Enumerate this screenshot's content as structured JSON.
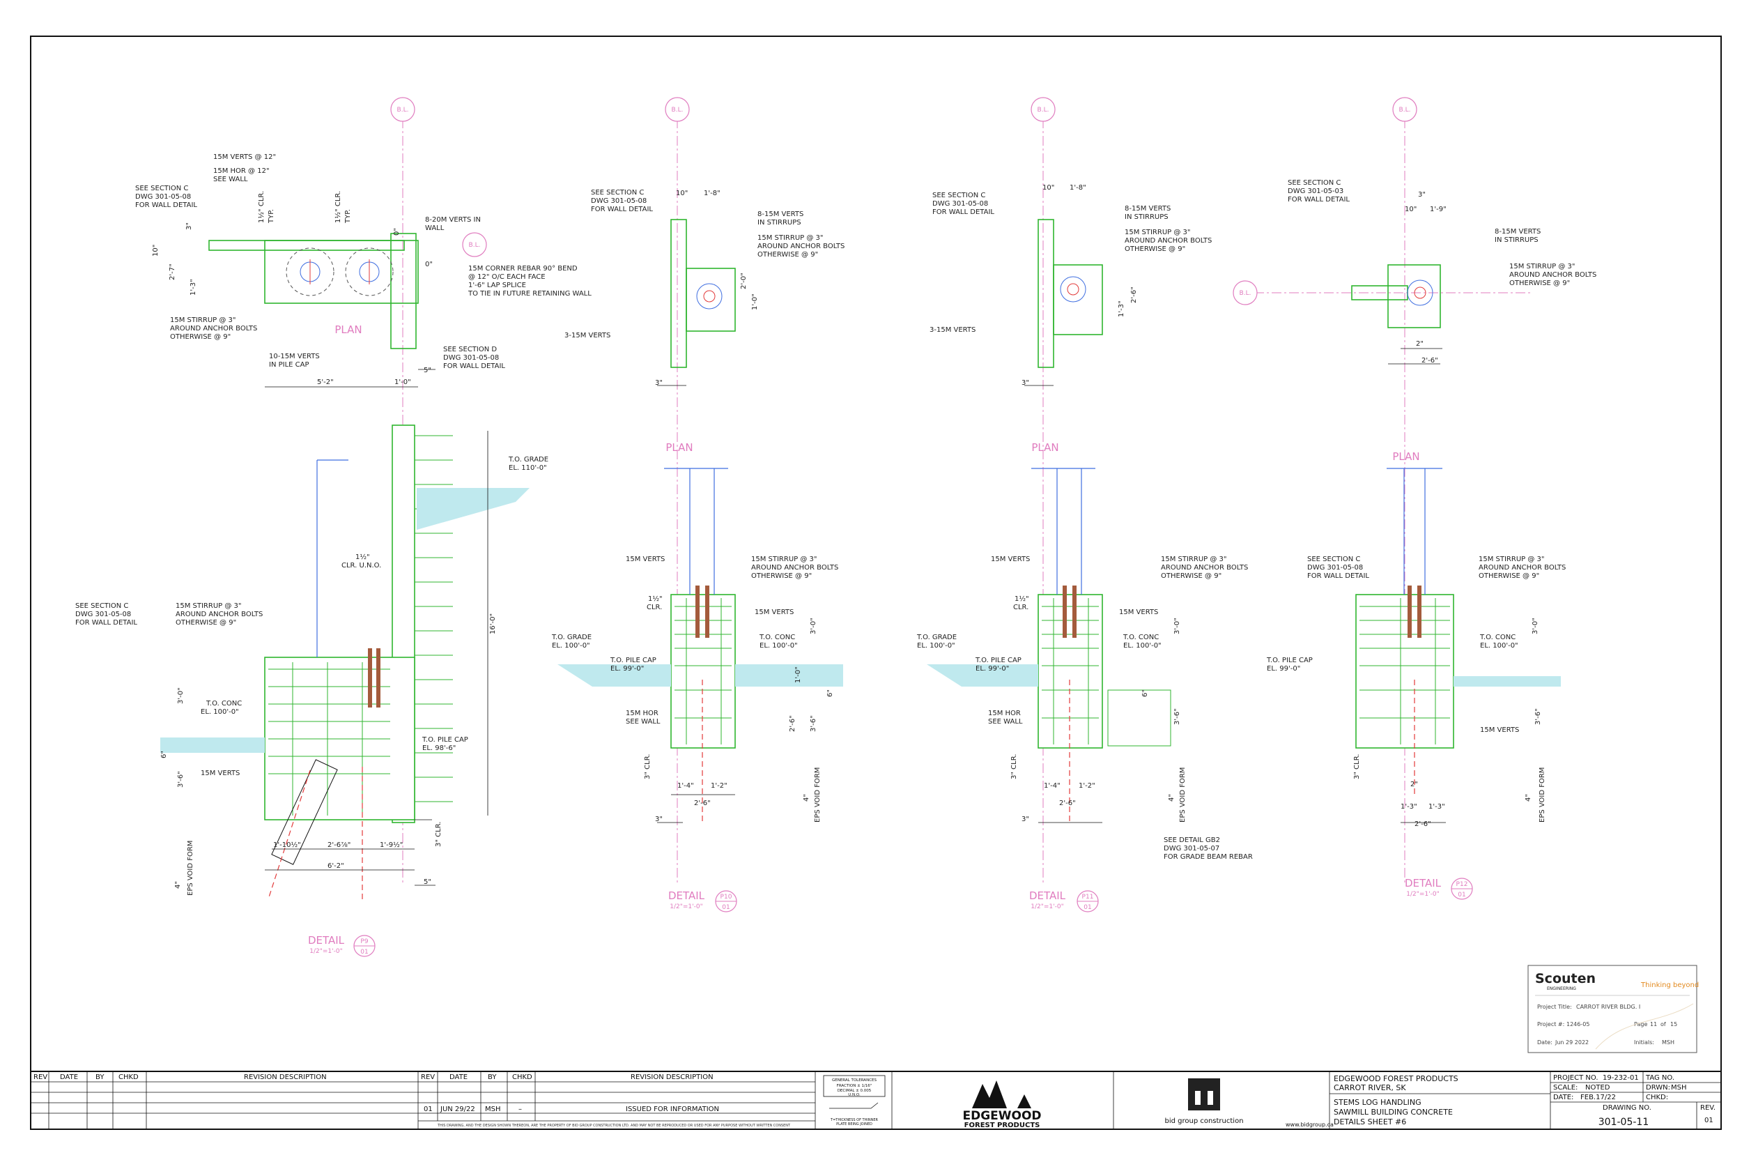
{
  "grid_label": "B.L.",
  "views": {
    "plan_label": "PLAN",
    "detail_label": "DETAIL",
    "scale": "1/2\"=1'-0\"",
    "sheet_ref": "01",
    "tags": [
      "P9",
      "P10",
      "P11",
      "P12"
    ]
  },
  "notes": {
    "p9_plan": {
      "verts": "15M VERTS @ 12\"",
      "hor1": "15M HOR @ 12\"",
      "hor2": "SEE WALL",
      "secc1": "SEE SECTION C",
      "secc2": "DWG 301-05-08",
      "secc3": "FOR WALL DETAIL",
      "clr": "1½\" CLR.",
      "typ": "TYP.",
      "verts8a": "8-20M VERTS IN",
      "verts8b": "WALL",
      "corner1": "15M CORNER REBAR 90° BEND",
      "corner2": "@ 12\" O/C EACH FACE",
      "corner3": "1'-6\" LAP SPLICE",
      "corner4": "TO TIE IN FUTURE RETAINING WALL",
      "stir1": "15M STIRRUP @ 3\"",
      "stir2": "AROUND ANCHOR BOLTS",
      "stir3": "OTHERWISE @ 9\"",
      "pile1": "10-15M VERTS",
      "pile2": "IN PILE CAP",
      "secd1": "SEE SECTION D",
      "secd2": "DWG 301-05-08",
      "secd3": "FOR WALL DETAIL",
      "d10": "10\"",
      "d227": "2'-7\"",
      "d13": "1'-3\"",
      "d5": "5\"",
      "d0": "0\"",
      "d3": "3\"",
      "d52": "5'-2\"",
      "d10b": "1'-0\""
    },
    "p10_plan": {
      "secc1": "SEE SECTION C",
      "secc2": "DWG 301-05-08",
      "secc3": "FOR WALL DETAIL",
      "d10": "10\"",
      "d18": "1'-8\"",
      "v8a": "8-15M VERTS",
      "v8b": "IN STIRRUPS",
      "stir1": "15M STIRRUP @ 3\"",
      "stir2": "AROUND ANCHOR BOLTS",
      "stir3": "OTHERWISE @ 9\"",
      "v3": "3-15M VERTS",
      "d20": "2'-0\"",
      "d100": "1'-0\"",
      "d3": "3\""
    },
    "p11_plan": {
      "secc1": "SEE SECTION C",
      "secc2": "DWG 301-05-08",
      "secc3": "FOR WALL DETAIL",
      "d10": "10\"",
      "d18": "1'-8\"",
      "v8a": "8-15M VERTS",
      "v8b": "IN STIRRUPS",
      "stir1": "15M STIRRUP @ 3\"",
      "stir2": "AROUND ANCHOR BOLTS",
      "stir3": "OTHERWISE @ 9\"",
      "v3": "3-15M VERTS",
      "d26": "2'-6\"",
      "d13": "1'-3\"",
      "d3": "3\""
    },
    "p12_plan": {
      "secc1": "SEE SECTION C",
      "secc2": "DWG 301-05-03",
      "secc3": "FOR WALL DETAIL",
      "d3": "3\"",
      "d10": "10\"",
      "d19": "1'-9\"",
      "v8a": "8-15M VERTS",
      "v8b": "IN STIRRUPS",
      "stir1": "15M STIRRUP @ 3\"",
      "stir2": "AROUND ANCHOR BOLTS",
      "stir3": "OTHERWISE @ 9\"",
      "d2": "2\"",
      "d26": "2'-6\""
    },
    "p9_detail": {
      "grade1": "T.O. GRADE",
      "grade2": "EL. 110'-0\"",
      "clr1": "1½\"",
      "clr2": "CLR. U.N.O.",
      "d160": "16'-0\"",
      "secc1": "SEE SECTION C",
      "secc2": "DWG 301-05-08",
      "secc3": "FOR WALL DETAIL",
      "stir1": "15M STIRRUP @ 3\"",
      "stir2": "AROUND ANCHOR BOLTS",
      "stir3": "OTHERWISE @ 9\"",
      "conc1": "T.O. CONC",
      "conc2": "EL. 100'-0\"",
      "pile1": "T.O. PILE CAP",
      "pile2": "EL. 98'-6\"",
      "verts": "15M VERTS",
      "d30": "3'-0\"",
      "d6": "6\"",
      "d36": "3'-6\"",
      "eps": "EPS VOID FORM",
      "d4": "4\"",
      "d1105": "1'-10½\"",
      "d26": "2'-6⅞\"",
      "d195": "1'-9½\"",
      "d62": "6'-2\"",
      "d5": "5\"",
      "d3clr": "3\" CLR."
    },
    "p10_detail": {
      "verts": "15M VERTS",
      "stir1": "15M STIRRUP @ 3\"",
      "stir2": "AROUND ANCHOR BOLTS",
      "stir3": "OTHERWISE @ 9\"",
      "clr1": "1½\"",
      "clr2": "CLR.",
      "verts2": "15M VERTS",
      "grade1": "T.O. GRADE",
      "grade2": "EL. 100'-0\"",
      "conc1": "T.O. CONC",
      "conc2": "EL. 100'-0\"",
      "pile1": "T.O. PILE CAP",
      "pile2": "EL. 99'-0\"",
      "hor1": "15M HOR",
      "hor2": "SEE WALL",
      "d30": "3'-0\"",
      "d10": "1'-0\"",
      "d26": "2'-6\"",
      "d36": "3'-6\"",
      "d6": "6\"",
      "d3clr": "3\" CLR.",
      "d14": "1'-4\"",
      "d12": "1'-2\"",
      "d26b": "2'-6\"",
      "d3": "3\"",
      "eps": "EPS VOID FORM",
      "d4": "4\""
    },
    "p11_detail": {
      "verts": "15M VERTS",
      "stir1": "15M STIRRUP @ 3\"",
      "stir2": "AROUND ANCHOR BOLTS",
      "stir3": "OTHERWISE @ 9\"",
      "clr1": "1½\"",
      "clr2": "CLR.",
      "verts2": "15M VERTS",
      "grade1": "T.O. GRADE",
      "grade2": "EL. 100'-0\"",
      "conc1": "T.O. CONC",
      "conc2": "EL. 100'-0\"",
      "pile1": "T.O. PILE CAP",
      "pile2": "EL. 99'-0\"",
      "hor1": "15M HOR",
      "hor2": "SEE WALL",
      "d30": "3'-0\"",
      "d6": "6\"",
      "d36": "3'-6\"",
      "d3clr": "3\" CLR.",
      "d14": "1'-4\"",
      "d12": "1'-2\"",
      "d26": "2'-6\"",
      "d3": "3\"",
      "eps": "EPS VOID FORM",
      "d4": "4\"",
      "gb1": "SEE DETAIL GB2",
      "gb2": "DWG 301-05-07",
      "gb3": "FOR GRADE BEAM REBAR"
    },
    "p12_detail": {
      "secc1": "SEE SECTION C",
      "secc2": "DWG 301-05-08",
      "secc3": "FOR WALL DETAIL",
      "stir1": "15M STIRRUP @ 3\"",
      "stir2": "AROUND ANCHOR BOLTS",
      "stir3": "OTHERWISE @ 9\"",
      "conc1": "T.O. CONC",
      "conc2": "EL. 100'-0\"",
      "pile1": "T.O. PILE CAP",
      "pile2": "EL. 99'-0\"",
      "verts": "15M VERTS",
      "d30": "3'-0\"",
      "d36": "3'-6\"",
      "d3clr": "3\" CLR.",
      "d13a": "1'-3\"",
      "d13b": "1'-3\"",
      "d26": "2'-6\"",
      "d2": "2\"",
      "eps": "EPS VOID FORM",
      "d4": "4\""
    }
  },
  "stamp": {
    "company": "Scouten",
    "company_sub": "ENGINEERING",
    "tagline": "Thinking beyond",
    "project_title_label": "Project Title:",
    "project_title": "CARROT RIVER BLDG. I",
    "project_no_label": "Project #:",
    "project_no": "1246-05",
    "page_label": "Page",
    "page": "11",
    "of_label": "of",
    "page_total": "15",
    "date_label": "Date:",
    "date": "Jun 29 2022",
    "initials_label": "Initials:",
    "initials": "MSH"
  },
  "title_block": {
    "rev_headers": [
      "REV",
      "DATE",
      "BY",
      "CHKD",
      "REVISION DESCRIPTION"
    ],
    "rev_row": {
      "rev": "01",
      "date": "JUN 29/22",
      "by": "MSH",
      "chkd": "–",
      "desc": "ISSUED FOR INFORMATION"
    },
    "disclaimer": "THIS DRAWING, AND THE DESIGN SHOWN THEREON, ARE THE PROPERTY OF BID GROUP CONSTRUCTION LTD. AND MAY NOT BE REPRODUCED OR USED FOR ANY PURPOSE WITHOUT WRITTEN CONSENT",
    "tolerances_title": "GENERAL TOLERANCES",
    "tol1": "FRACTION ± 1/16\"",
    "tol2": "DECIMAL ± 0.005",
    "tol3": "U.N.O.",
    "tol4": "T=THICKNESS OF THINNER",
    "tol5": "PLATE BEING JOINED",
    "edgewood_logo": "EDGEWOOD",
    "edgewood_logo2": "FOREST PRODUCTS",
    "bid_logo": "bid group construction",
    "bid_url": "www.bidgroup.ca",
    "client1": "EDGEWOOD FOREST PRODUCTS",
    "client2": "CARROT RIVER, SK",
    "title1": "STEMS LOG HANDLING",
    "title2": "SAWMILL BUILDING CONCRETE",
    "title3": "DETAILS SHEET #6",
    "project_no_label": "PROJECT NO.",
    "project_no": "19-232-01",
    "tag_label": "TAG NO.",
    "scale_label": "SCALE:",
    "scale": "NOTED",
    "drawn_label": "DRWN:",
    "drawn": "MSH",
    "date_label": "DATE:",
    "date": "FEB.17/22",
    "chkd_label": "CHKD:",
    "dwg_label": "DRAWING NO.",
    "dwg_no": "301-05-11",
    "rev_label": "REV.",
    "rev": "01"
  }
}
